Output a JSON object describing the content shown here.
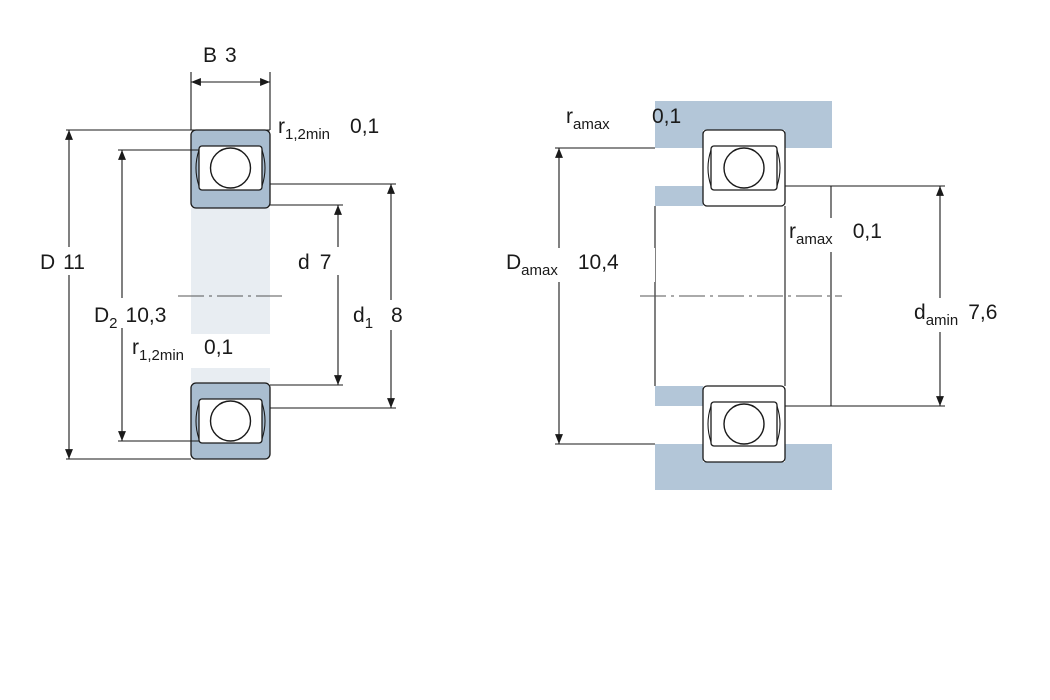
{
  "colors": {
    "ring_fill": "#a9bdd0",
    "housing_fill": "#b3c6d8",
    "line": "#1a1a1a"
  },
  "bearing": {
    "B": {
      "symbol": "B",
      "value": "3"
    },
    "D": {
      "symbol": "D",
      "value": "11"
    },
    "D2": {
      "symbol": "D",
      "sub": "2",
      "value": "10,3"
    },
    "d": {
      "symbol": "d",
      "value": "7"
    },
    "d1": {
      "symbol": "d",
      "sub": "1",
      "value": "8"
    },
    "r12_top": {
      "symbol": "r",
      "sub": "1,2min",
      "value": "0,1"
    },
    "r12_bottom": {
      "symbol": "r",
      "sub": "1,2min",
      "value": "0,1"
    }
  },
  "mounting": {
    "ra_top": {
      "symbol": "r",
      "sub": "amax",
      "value": "0,1"
    },
    "ra_mid": {
      "symbol": "r",
      "sub": "amax",
      "value": "0,1"
    },
    "Da": {
      "symbol": "D",
      "sub": "amax",
      "value": "10,4"
    },
    "da": {
      "symbol": "d",
      "sub": "amin",
      "value": "7,6"
    }
  }
}
